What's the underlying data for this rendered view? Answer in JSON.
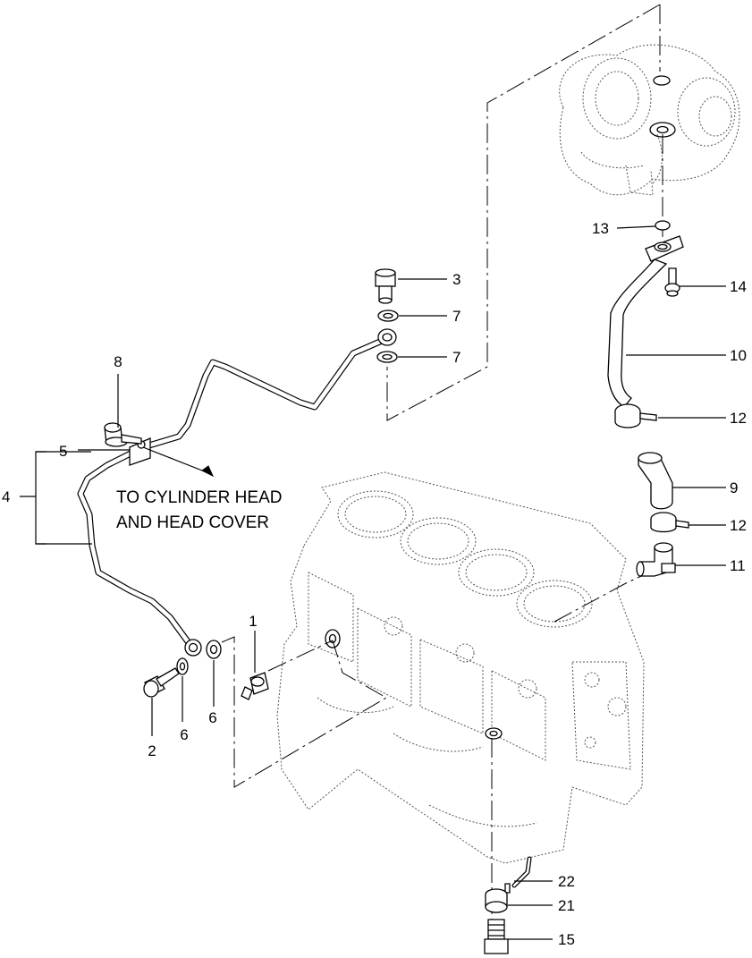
{
  "note": {
    "line1": "TO CYLINDER HEAD",
    "line2": "AND HEAD COVER"
  },
  "callouts": [
    {
      "id": "c1",
      "text": "1"
    },
    {
      "id": "c2",
      "text": "2"
    },
    {
      "id": "c3",
      "text": "3"
    },
    {
      "id": "c4",
      "text": "4"
    },
    {
      "id": "c5",
      "text": "5"
    },
    {
      "id": "c6a",
      "text": "6"
    },
    {
      "id": "c6b",
      "text": "6"
    },
    {
      "id": "c7a",
      "text": "7"
    },
    {
      "id": "c7b",
      "text": "7"
    },
    {
      "id": "c8",
      "text": "8"
    },
    {
      "id": "c9",
      "text": "9"
    },
    {
      "id": "c10",
      "text": "10"
    },
    {
      "id": "c11",
      "text": "11"
    },
    {
      "id": "c12a",
      "text": "12"
    },
    {
      "id": "c12b",
      "text": "12"
    },
    {
      "id": "c13",
      "text": "13"
    },
    {
      "id": "c14",
      "text": "14"
    },
    {
      "id": "c15",
      "text": "15"
    },
    {
      "id": "c21",
      "text": "21"
    },
    {
      "id": "c22",
      "text": "22"
    }
  ]
}
